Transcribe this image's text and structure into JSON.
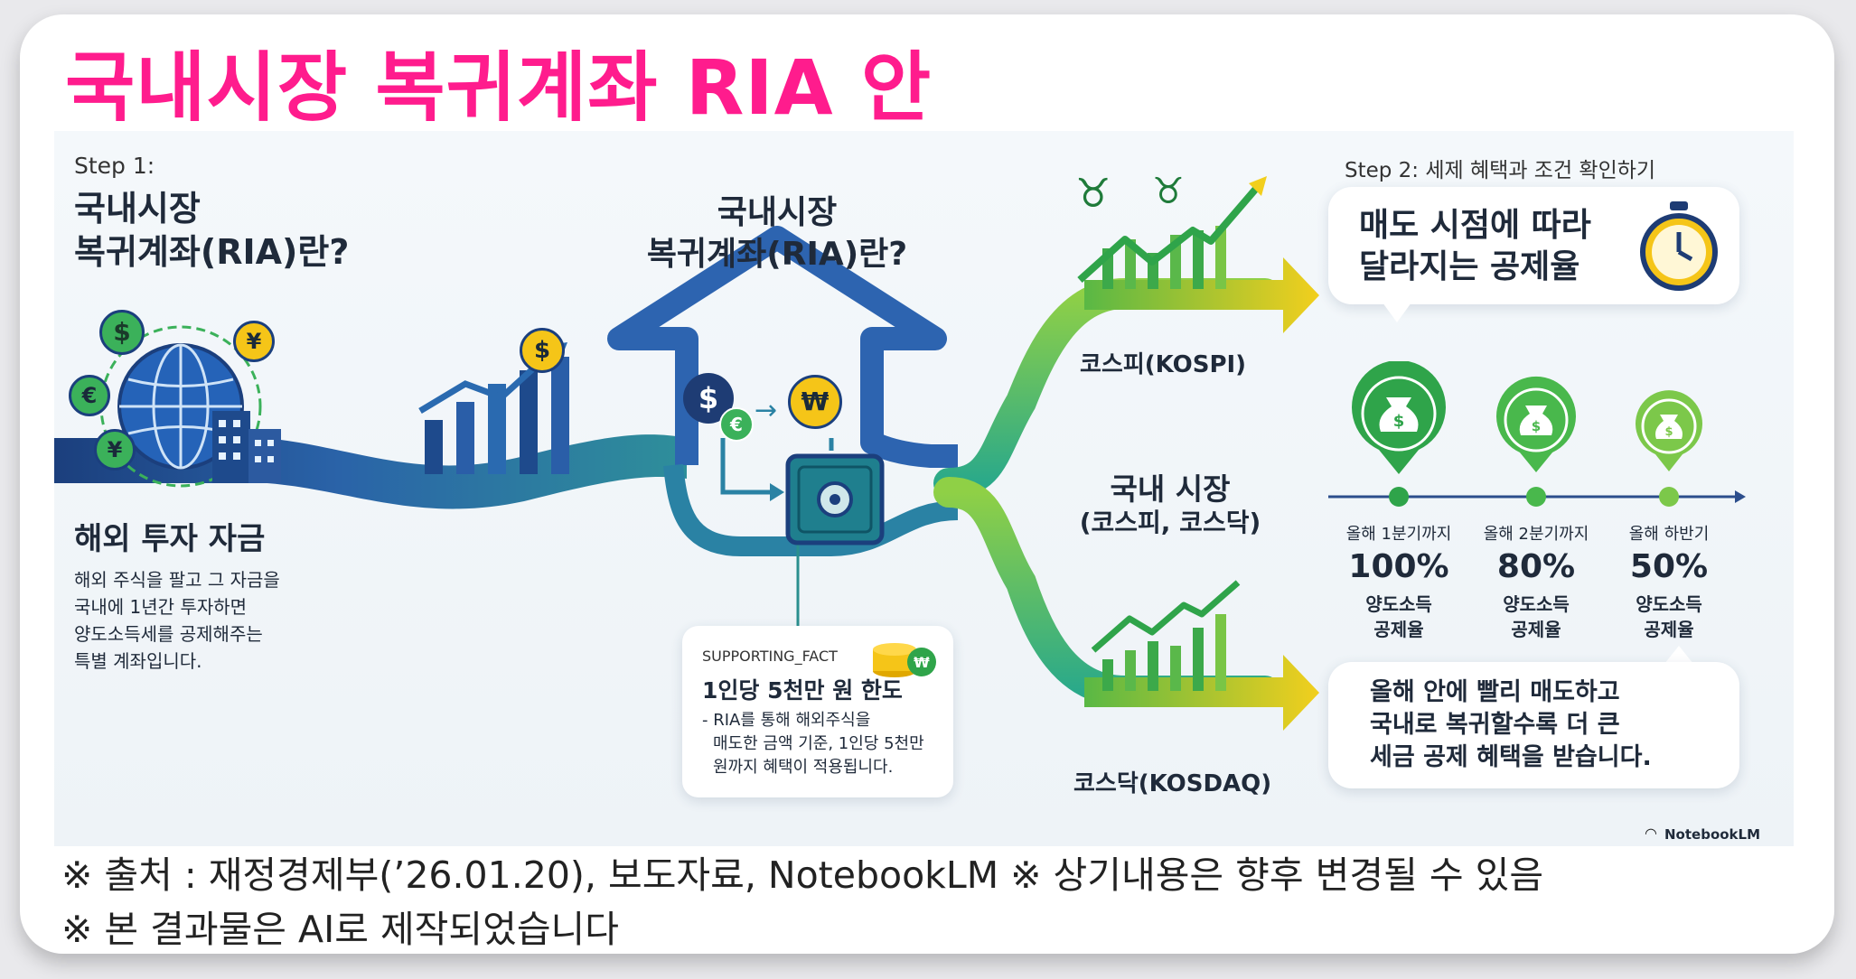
{
  "title": "국내시장 복귀계좌 RIA 안",
  "step1": {
    "label": "Step 1:",
    "heading_line1": "국내시장",
    "heading_line2": "복귀계좌(RIA)란?"
  },
  "overseas": {
    "heading": "해외 투자 자금",
    "desc_line1": "해외 주식을 팔고 그 자금을",
    "desc_line2": "국내에 1년간 투자하면",
    "desc_line3": "양도소득세를 공제해주는",
    "desc_line4": "특별 계좌입니다."
  },
  "house": {
    "heading_line1": "국내시장",
    "heading_line2": "복귀계좌(RIA)란?"
  },
  "supporting": {
    "tag": "SUPPORTING_FACT",
    "heading": "1인당 5천만 원 한도",
    "line1": "- RIA를 통해 해외주식을",
    "line2": "매도한 금액 기준, 1인당 5천만",
    "line3": "원까지 혜택이 적용됩니다."
  },
  "market": {
    "kospi": "코스피(KOSPI)",
    "domestic_line1": "국내 시장",
    "domestic_line2": "(코스피, 코스닥)",
    "kosdaq": "코스닥(KOSDAQ)"
  },
  "step2": {
    "label": "Step 2: 세제 혜택과 조건 확인하기",
    "bubble_line1": "매도 시점에 따라",
    "bubble_line2": "달라지는 공제율",
    "periods": [
      {
        "when": "올해 1분기까지",
        "pct": "100%",
        "l1": "양도소득",
        "l2": "공제율"
      },
      {
        "when": "올해 2분기까지",
        "pct": "80%",
        "l1": "양도소득",
        "l2": "공제율"
      },
      {
        "when": "올해 하반기",
        "pct": "50%",
        "l1": "양도소득",
        "l2": "공제율"
      }
    ],
    "bottom_line1": "올해 안에 빨리 매도하고",
    "bottom_line2": "국내로 복귀할수록 더 큰",
    "bottom_line3": "세금 공제 혜택을 받습니다."
  },
  "currency": {
    "dollar": "$",
    "euro": "€",
    "yen": "¥",
    "won": "₩"
  },
  "brand": "NotebookLM",
  "footer": {
    "line1": "※ 출처 : 재정경제부(’26.01.20), 보도자료, NotebookLM ※ 상기내용은 향후 변경될 수 있음",
    "line2": "※ 본 결과물은 AI로 제작되었습니다"
  },
  "colors": {
    "title": "#ff1c8d",
    "navy": "#1e4a8c",
    "teal": "#1f8e8f",
    "green": "#3cb44a",
    "yellow": "#f5c518"
  }
}
